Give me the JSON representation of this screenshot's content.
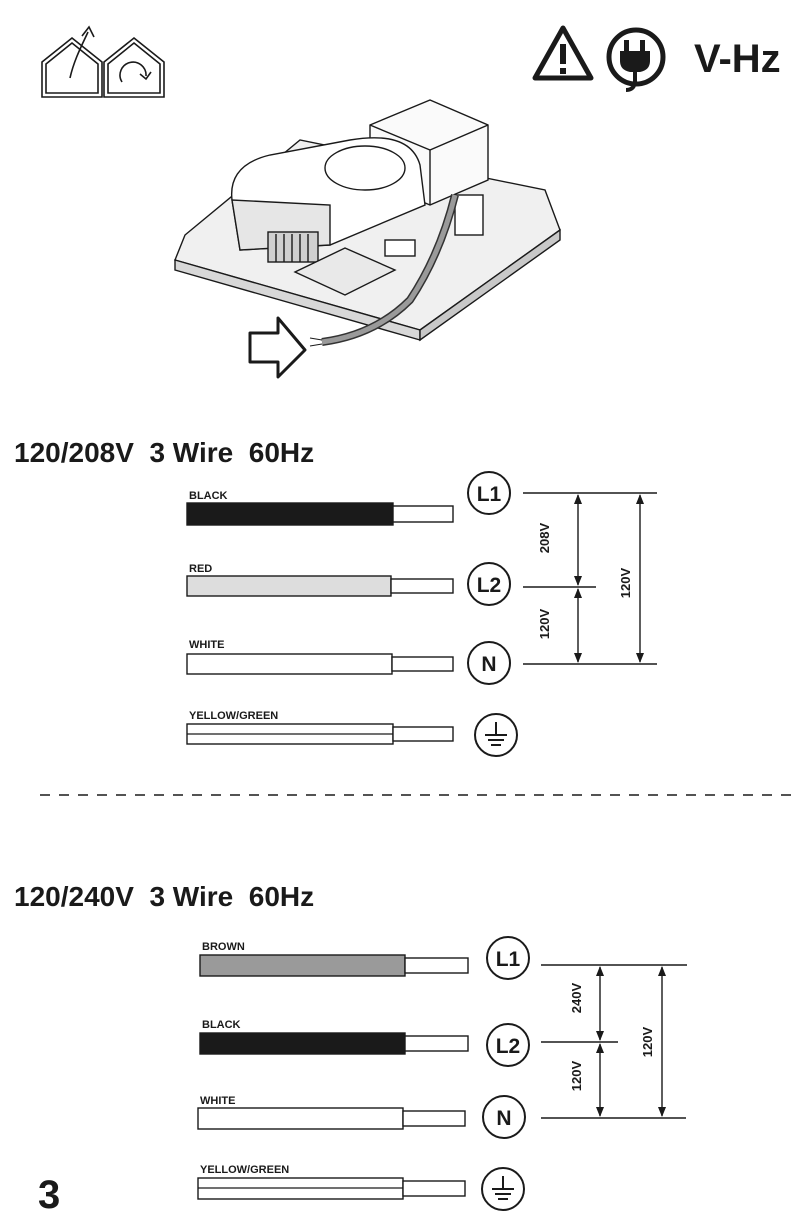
{
  "header": {
    "rating_label": "V-Hz",
    "icons": [
      "ventilation-out-house-icon",
      "recirculation-house-icon",
      "warning-triangle-icon",
      "power-plug-icon"
    ]
  },
  "sections": [
    {
      "title": "120/208V  3 Wire  60Hz",
      "wires": [
        {
          "label": "BLACK",
          "color": "#1a1a1a",
          "terminal": "L1"
        },
        {
          "label": "RED",
          "color": "#dddddd",
          "terminal": "L2"
        },
        {
          "label": "WHITE",
          "color": "#ffffff",
          "terminal": "N"
        },
        {
          "label": "YELLOW/GREEN",
          "color": "#ffffff",
          "terminal": "ground"
        }
      ],
      "voltages": {
        "l1_l2": "208V",
        "l2_n": "120V",
        "l1_n": "120V"
      }
    },
    {
      "title": "120/240V  3 Wire  60Hz",
      "wires": [
        {
          "label": "BROWN",
          "color": "#9a9a9a",
          "terminal": "L1"
        },
        {
          "label": "BLACK",
          "color": "#1a1a1a",
          "terminal": "L2"
        },
        {
          "label": "WHITE",
          "color": "#ffffff",
          "terminal": "N"
        },
        {
          "label": "YELLOW/GREEN",
          "color": "#ffffff",
          "terminal": "ground"
        }
      ],
      "voltages": {
        "l1_l2": "240V",
        "l2_n": "120V",
        "l1_n": "120V"
      }
    }
  ],
  "page_number": "3"
}
